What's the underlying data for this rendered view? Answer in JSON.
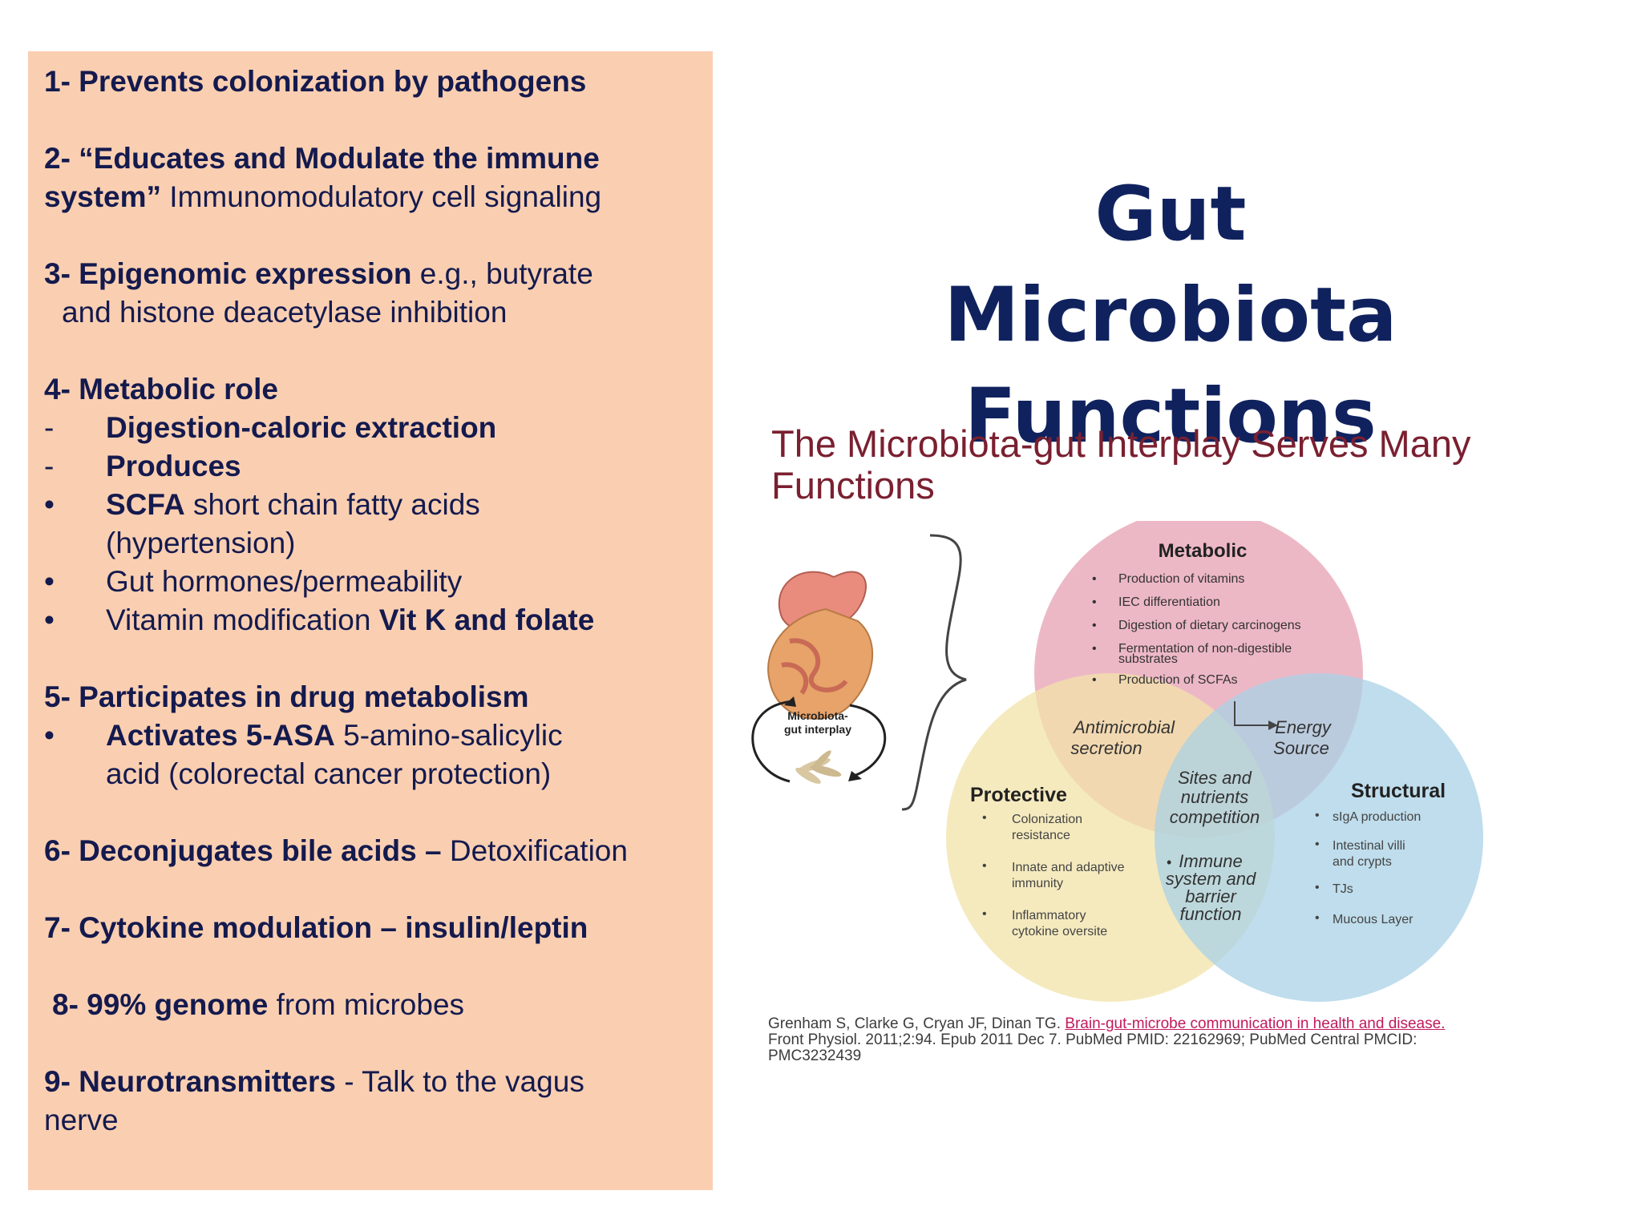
{
  "slide": {
    "title_line1": "Gut Microbiota",
    "title_line2": "Functions"
  },
  "panel": {
    "i1": "1- Prevents colonization by pathogens",
    "i2a_bold": "2- “Educates and Modulate  the immune",
    "i2b_bold": "system”",
    "i2b_rest": " Immunomodulatory cell signaling",
    "i3a_bold": "3- Epigenomic expression",
    "i3a_rest": " e.g., butyrate",
    "i3b": "and histone deacetylase inhibition",
    "i4": "4- Metabolic role",
    "dash": "-",
    "bullet": "•",
    "i4_d1": "Digestion-caloric extraction",
    "i4_d2": "Produces",
    "i4_b1_bold": "SCFA",
    "i4_b1_rest": " short chain fatty acids",
    "i4_b1_cont": "(hypertension)",
    "i4_b2": "Gut hormones/permeability",
    "i4_b3_rest": "Vitamin modification ",
    "i4_b3_bold": "Vit K and folate",
    "i5": "5- Participates in drug metabolism",
    "i5_b1_bold": "Activates 5-ASA",
    "i5_b1_rest": " 5-amino-salicylic",
    "i5_b1_cont": "acid (colorectal cancer protection)",
    "i6_bold": "6- Deconjugates bile acids –",
    "i6_rest": " Detoxification",
    "i7": "7- Cytokine modulation – insulin/leptin",
    "i8_bold": "8- 99% genome",
    "i8_rest": " from microbes",
    "i9_bold": "9- Neurotransmitters",
    "i9_rest": " - Talk to the vagus",
    "i9_cont": "nerve"
  },
  "figure": {
    "title_line1": "The Microbiota-gut Interplay Serves Many",
    "title_line2": "Functions",
    "gut_label_line1": "Microbiota-",
    "gut_label_line2": "gut interplay",
    "metabolic": {
      "title": "Metabolic",
      "items": [
        "Production of vitamins",
        "IEC differentiation",
        "Digestion of dietary carcinogens",
        "Fermentation of non-digestible",
        "substrates",
        "Production of SCFAs"
      ]
    },
    "protective": {
      "title": "Protective",
      "items": [
        "Colonization",
        "resistance",
        "Innate and adaptive",
        "immunity",
        "Inflammatory",
        "cytokine oversite"
      ]
    },
    "structural": {
      "title": "Structural",
      "items": [
        "sIgA production",
        "Intestinal villi",
        "and crypts",
        "TJs",
        "Mucous Layer"
      ]
    },
    "overlap_antimicrobial": [
      "Antimicrobial",
      "secretion"
    ],
    "overlap_energy": [
      "Energy",
      "Source"
    ],
    "overlap_sites": [
      "Sites and",
      "nutrients",
      "competition"
    ],
    "overlap_immune": [
      "Immune",
      "system and",
      "barrier",
      "function"
    ],
    "citation_authors": "Grenham S, Clarke G, Cryan JF, Dinan TG. ",
    "citation_link": "Brain-gut-microbe communication in health and disease.",
    "citation_line2": "Front Physiol. 2011;2:94. Epub 2011 Dec 7. PubMed PMID: 22162969; PubMed Central PMCID:",
    "citation_line3": "PMC3232439"
  },
  "colors": {
    "panel_bg": "#facfb1",
    "title": "#10225e",
    "text": "#141a4e",
    "metabolic_circle": "#e8a6b8",
    "protective_circle": "#f1e3a8",
    "structural_circle": "#a9d2e6"
  }
}
